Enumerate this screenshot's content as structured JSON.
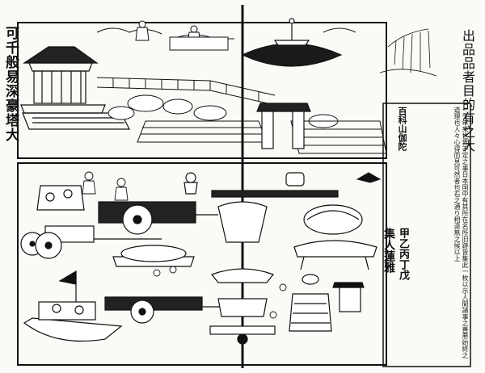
{
  "captions": {
    "left": "可千般易深豪塔大",
    "right": "出品品者目的有之大",
    "article_title": "百科山伽陀",
    "cart_title": "集人蓮雅",
    "cart_sub": "甲乙丙丁戊"
  },
  "article": {
    "text": "一千年来世界不定之事日本国中有其所在名所旧跡皆集此一枚以示人間諸事之善悪始終之道理也人々心得而見可然者也右之通り相違無之候以上"
  },
  "colors": {
    "ink": "#111111",
    "paper": "#fbfaf6"
  }
}
